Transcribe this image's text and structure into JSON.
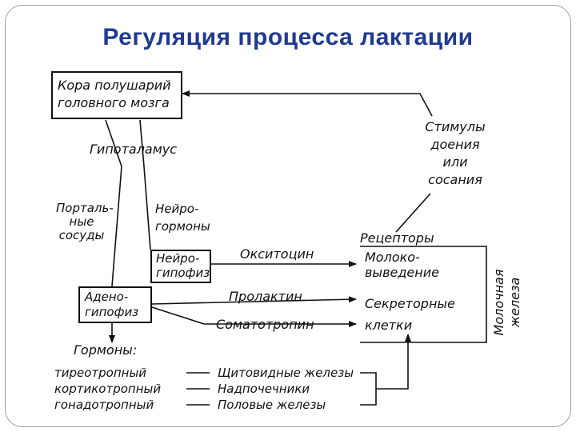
{
  "title": "Регуляция процесса лактации",
  "nodes": {
    "cortex": [
      "Кора полушарий",
      "головного мозга"
    ],
    "hypothalamus": "Гипоталамус",
    "stimuli": [
      "Стимулы",
      "доения",
      "или",
      "сосания"
    ],
    "portal": [
      "Порталь-",
      "ные",
      "сосуды"
    ],
    "neurohormones": [
      "Нейро-",
      "гормоны"
    ],
    "receptors": "Рецепторы",
    "neurohypophysis": [
      "Нейро-",
      "гипофиз"
    ],
    "oxytocin": "Окситоцин",
    "milk_ejection": [
      "Молоко-",
      "выведение"
    ],
    "mammary_gland": [
      "Молочная",
      "железа"
    ],
    "adenohypophysis": [
      "Адено-",
      "гипофиз"
    ],
    "prolactin": "Пролактин",
    "somatotropin": "Соматотропин",
    "secretory": [
      "Секреторные",
      "клетки"
    ],
    "hormones": "Гормоны:",
    "tropic": [
      "тиреотропный",
      "кортикотропный",
      "гонадотропный"
    ],
    "glands": [
      "Щитовидные железы",
      "Надпочечники",
      "Половые железы"
    ]
  }
}
